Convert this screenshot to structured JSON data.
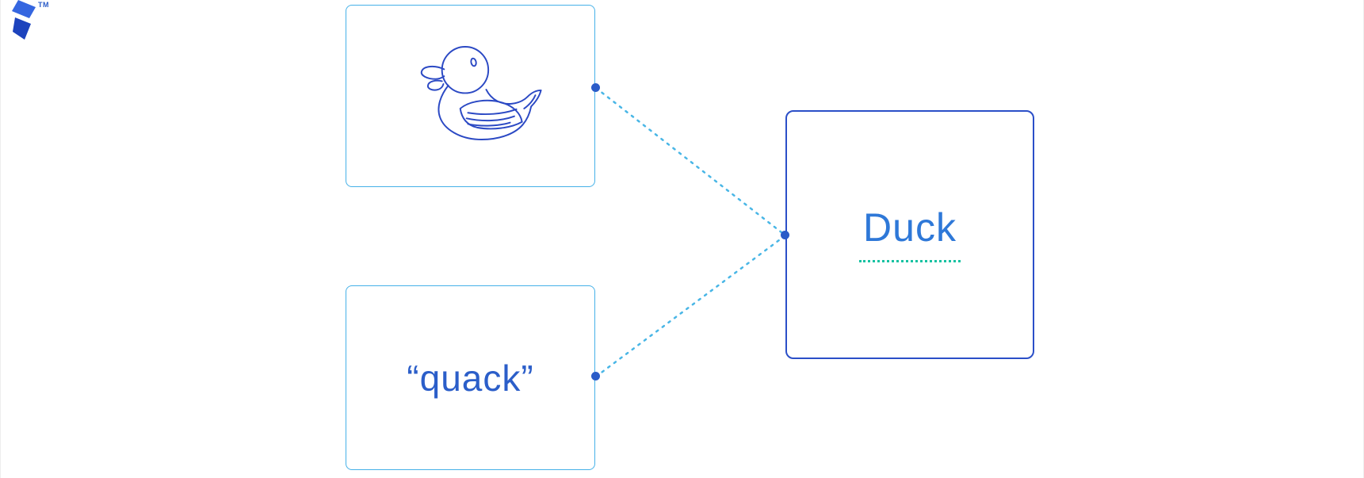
{
  "logo": {
    "trademark": "TM"
  },
  "boxes": {
    "duck_image": {
      "content": "rubber-duck-outline-illustration"
    },
    "quack": {
      "label": "“quack”"
    },
    "duck": {
      "label": "Duck"
    }
  },
  "colors": {
    "light_box_border": "#45b1e8",
    "dark_box_border": "#2b4fc8",
    "connector_dotted": "#49b6e6",
    "connection_dot": "#2b5cc8",
    "underline_teal": "#16c2a2",
    "duck_text": "#2e78d8",
    "quack_text": "#2b5ec9",
    "duck_outline": "#2b49c4",
    "logo_dark": "#1d43bd",
    "logo_light": "#3566e0"
  }
}
